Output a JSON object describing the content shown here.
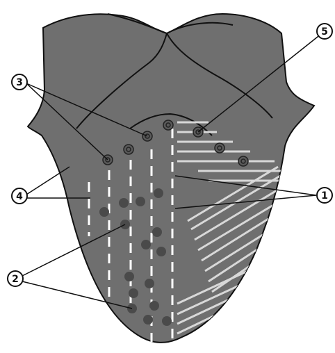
{
  "colors": {
    "tongue_fill": "#6f6f6f",
    "outline": "#111111",
    "stripe": "#d8d8d8",
    "dash": "#ffffff",
    "papilla": "#4a4a4a",
    "background": "#ffffff"
  },
  "callouts": [
    {
      "id": "1",
      "label": "1"
    },
    {
      "id": "2",
      "label": "2"
    },
    {
      "id": "3",
      "label": "3"
    },
    {
      "id": "4",
      "label": "4"
    },
    {
      "id": "5",
      "label": "5"
    }
  ]
}
